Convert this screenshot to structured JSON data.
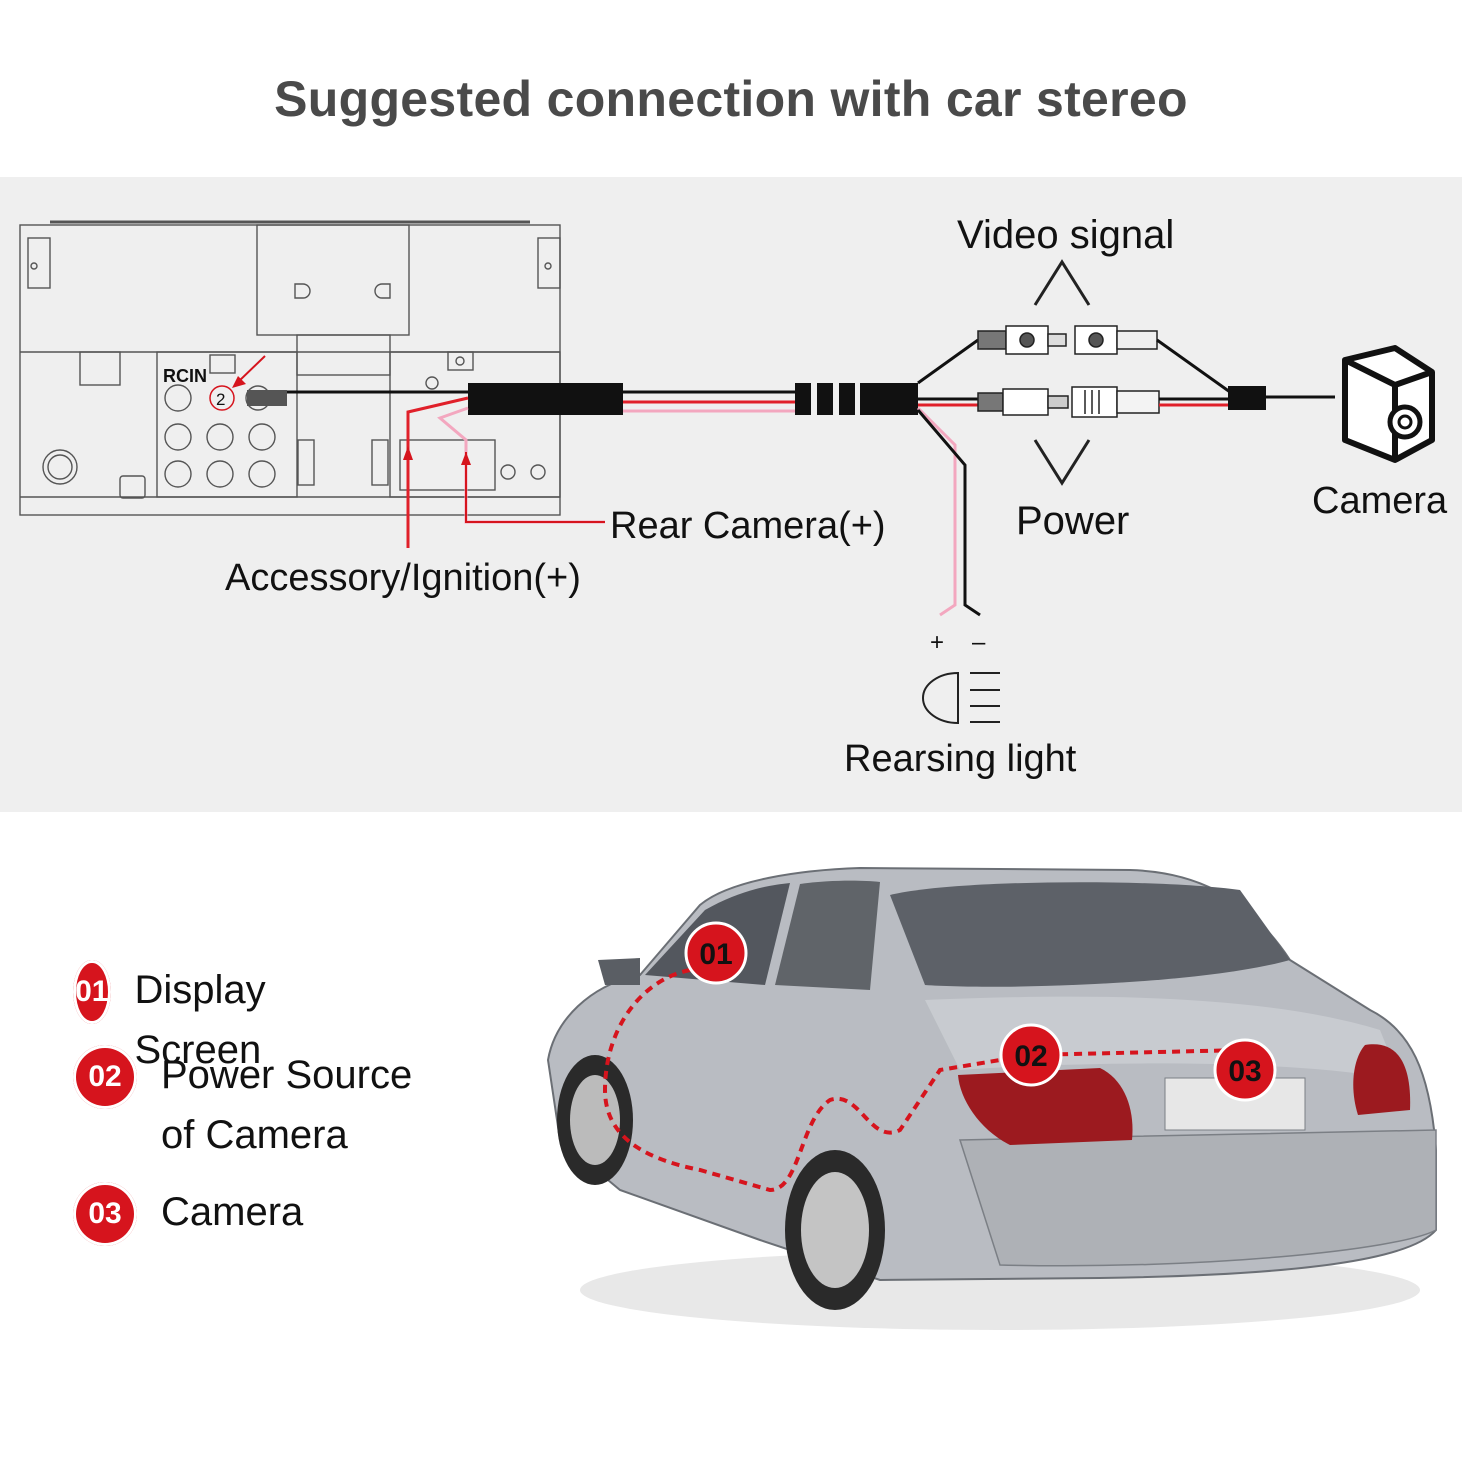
{
  "title": "Suggested connection with car stereo",
  "diagram": {
    "rcin_label": "RCIN",
    "rcin_number": "2",
    "video_signal": "Video signal",
    "power": "Power",
    "camera": "Camera",
    "rear_camera": "Rear Camera(+)",
    "accessory": "Accessory/Ignition(+)",
    "plus": "+",
    "minus": "–",
    "reversing_light": "Rearsing light"
  },
  "car_markers": [
    "01",
    "02",
    "03"
  ],
  "legend": [
    {
      "num": "01",
      "text": "Display Screen"
    },
    {
      "num": "02",
      "text": "Power Source of Camera"
    },
    {
      "num": "03",
      "text": "Camera"
    }
  ],
  "colors": {
    "accent_red": "#d6141d",
    "wire_red": "#e0202a",
    "wire_pink": "#f3a7bf",
    "title_gray": "#4a4a4a",
    "panel_bg": "#efefef"
  }
}
